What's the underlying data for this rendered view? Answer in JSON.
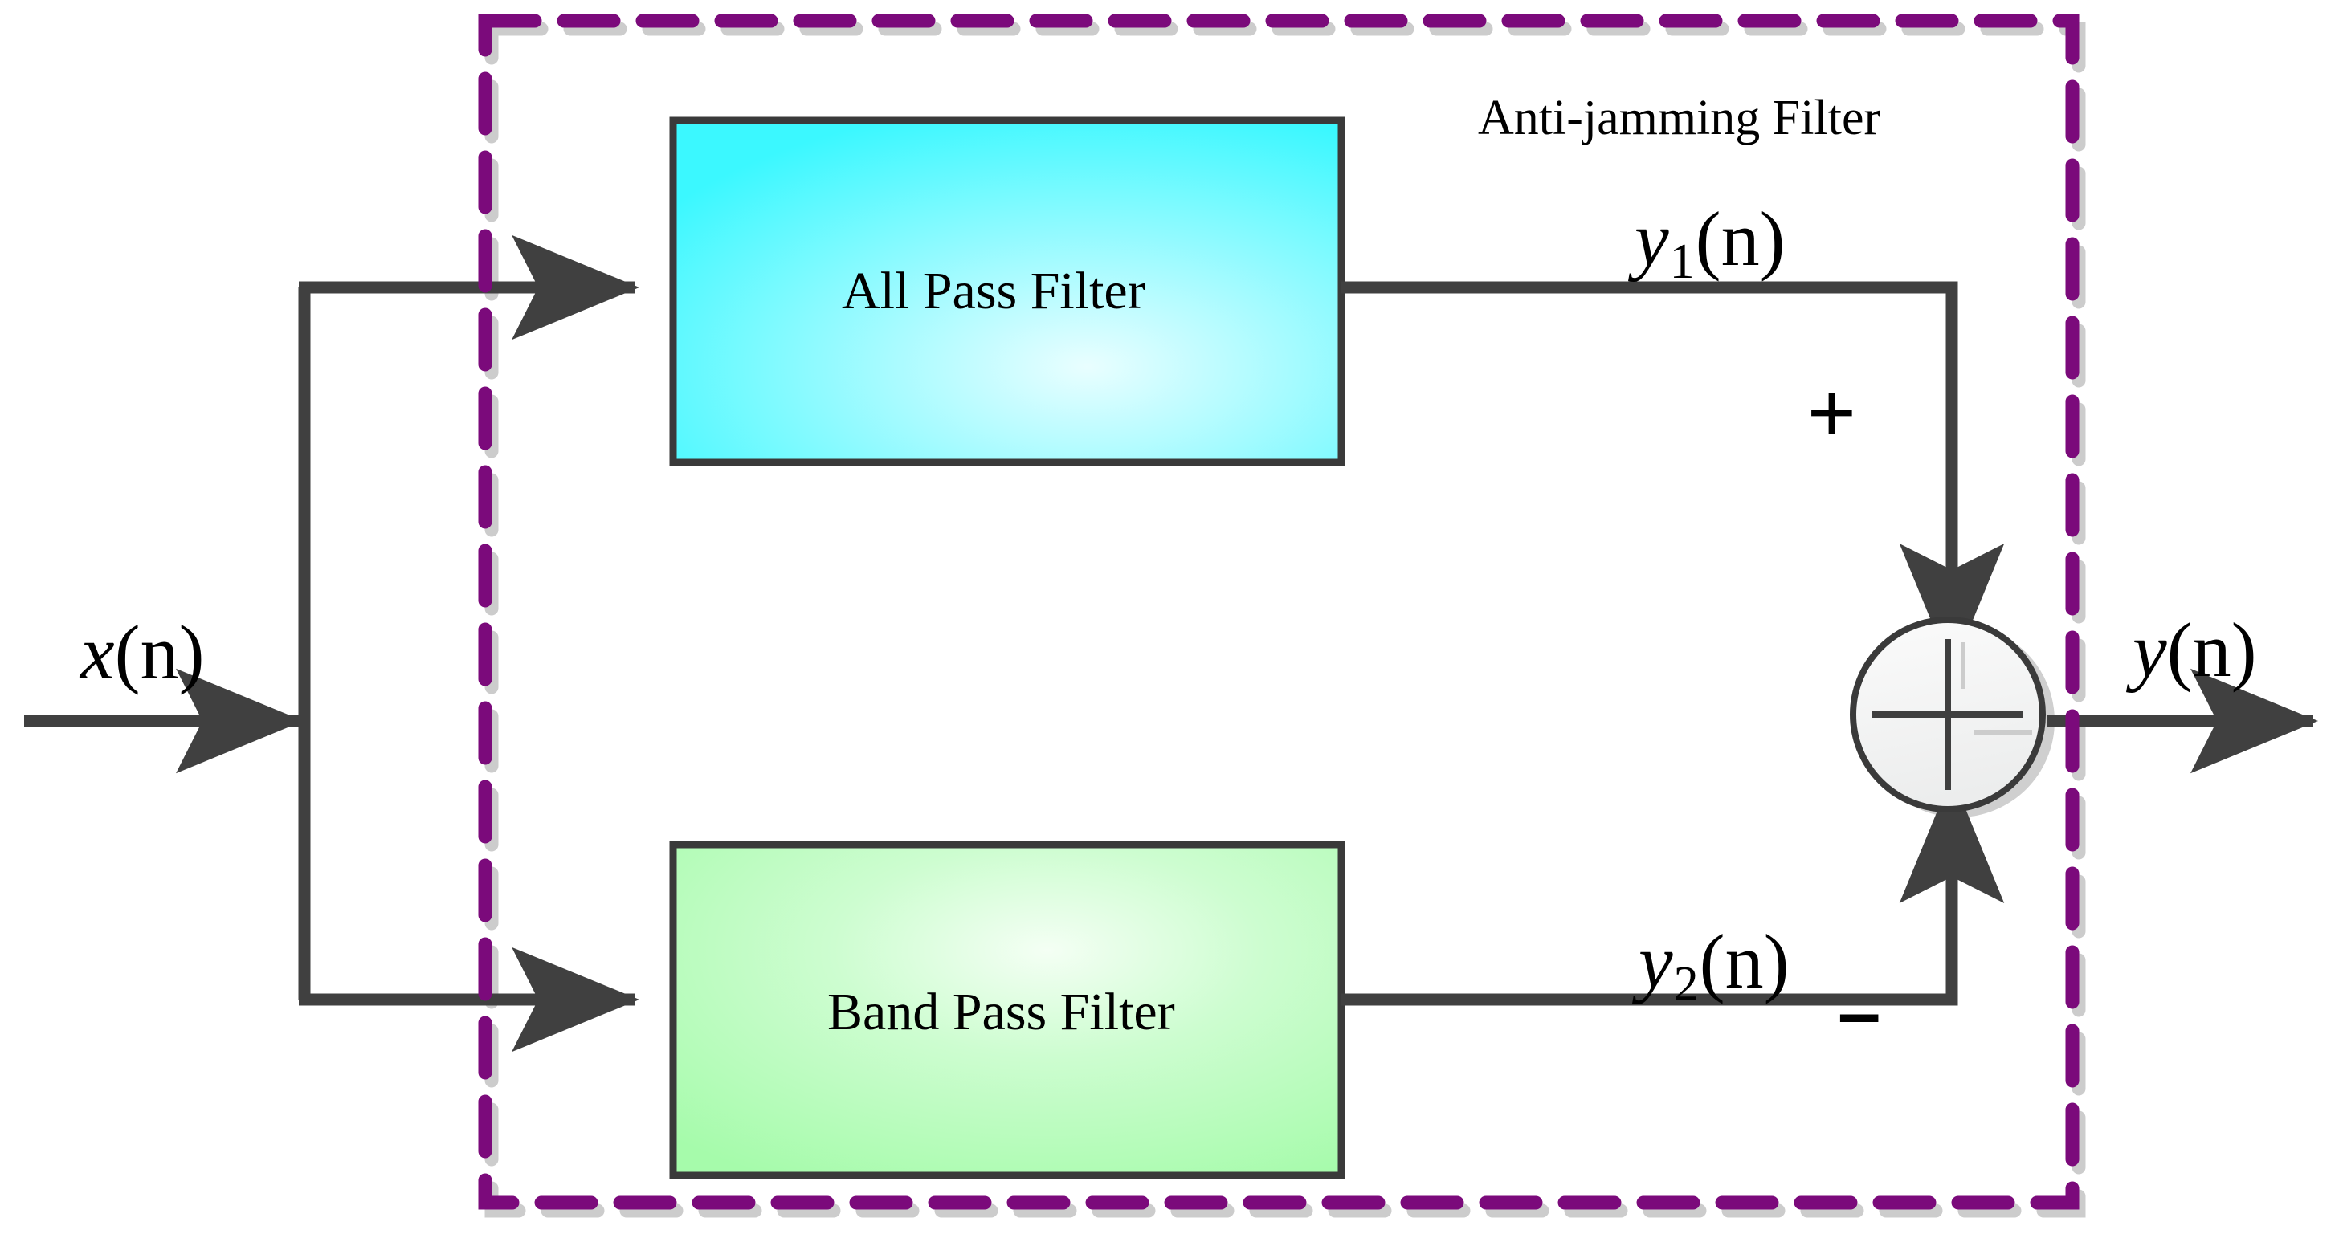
{
  "diagram": {
    "title": "Anti-jamming Filter",
    "signals": {
      "input": {
        "base": "x",
        "sub": "",
        "arg": "(n)"
      },
      "branch_top": {
        "base": "y",
        "sub": "1",
        "arg": "(n)"
      },
      "branch_bottom": {
        "base": "y",
        "sub": "2",
        "arg": "(n)"
      },
      "output": {
        "base": "y",
        "sub": "",
        "arg": "(n)"
      }
    },
    "blocks": [
      {
        "id": "all-pass-filter",
        "label": "All Pass Filter",
        "fill_center": "#e6feff",
        "fill_edge": "#3ff8ff",
        "border": "#3a3a3a"
      },
      {
        "id": "band-pass-filter",
        "label": "Band Pass Filter",
        "fill_center": "#f2fff2",
        "fill_edge": "#a9fcae",
        "border": "#3a3a3a"
      }
    ],
    "summing_junction": {
      "id": "summing-junction",
      "fill": "#f4f4f4",
      "border": "#3a3a3a",
      "shadow": "#cfcfcf",
      "plus_sign": "+",
      "minus_sign": "–"
    },
    "boundary": {
      "label": "Anti-jamming Filter",
      "stroke": "#7b0a7b",
      "shadow": "#cccccc",
      "style": "dashed"
    },
    "wire_color": "#404040"
  }
}
